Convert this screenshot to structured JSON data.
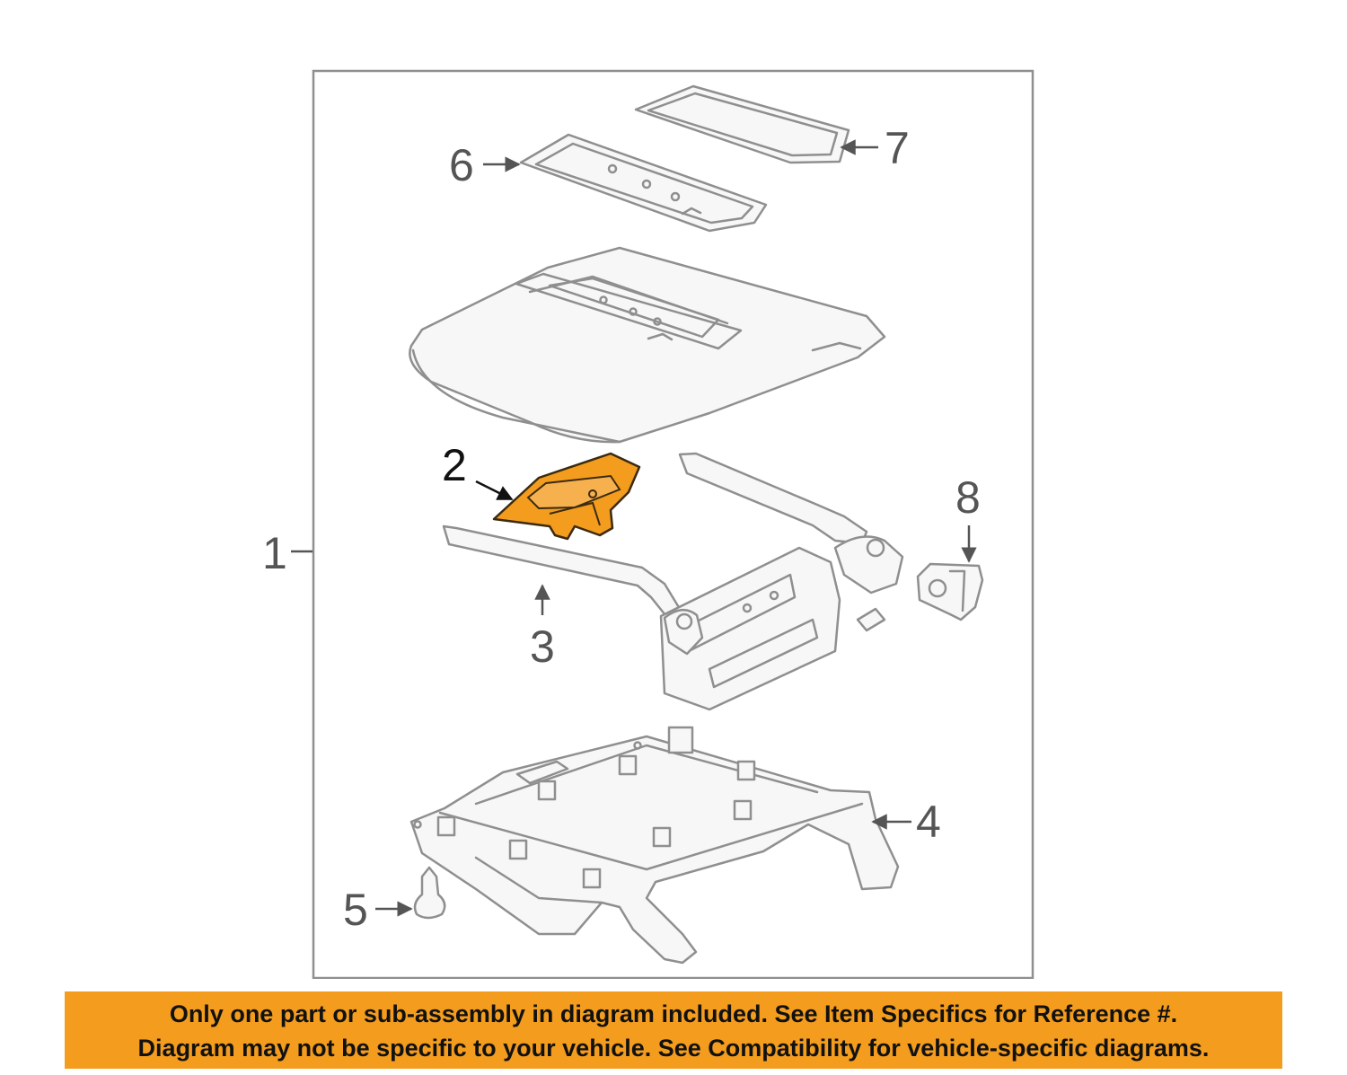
{
  "diagram": {
    "callouts": [
      {
        "id": "1",
        "label": "1"
      },
      {
        "id": "2",
        "label": "2"
      },
      {
        "id": "3",
        "label": "3"
      },
      {
        "id": "4",
        "label": "4"
      },
      {
        "id": "5",
        "label": "5"
      },
      {
        "id": "6",
        "label": "6"
      },
      {
        "id": "7",
        "label": "7"
      },
      {
        "id": "8",
        "label": "8"
      }
    ],
    "highlight_color": "#f39c1d"
  },
  "banner": {
    "line1": "Only one part or sub-assembly in diagram included. See Item Specifics for Reference #.",
    "line2": "Diagram may not be specific to your vehicle. See Compatibility for vehicle-specific diagrams.",
    "color": "#f39c1d"
  }
}
